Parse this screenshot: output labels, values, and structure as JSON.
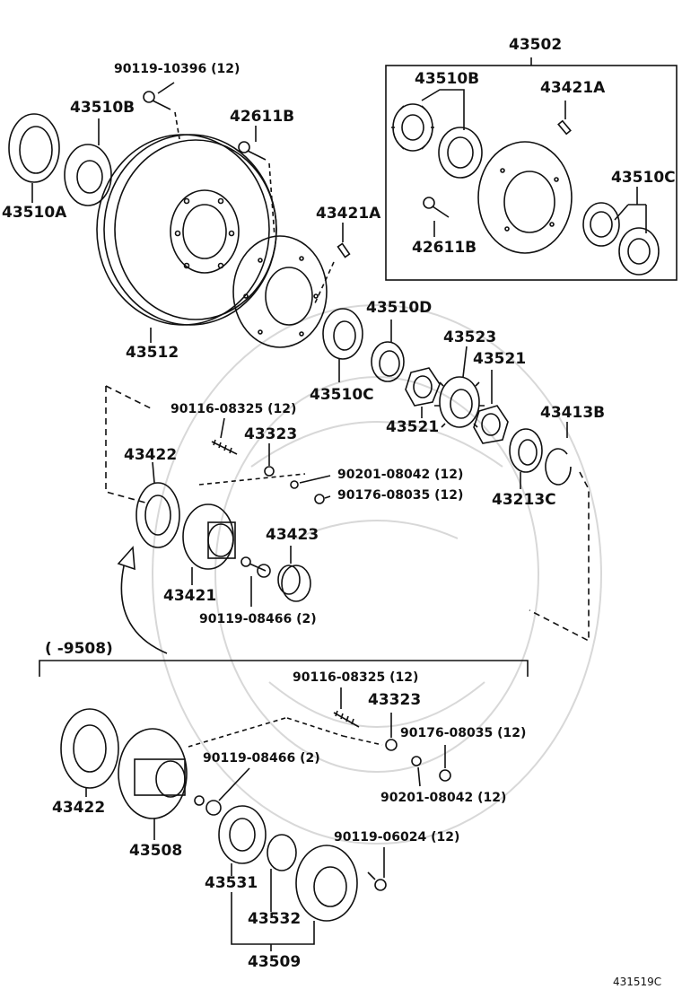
{
  "diagram_code": "431519C",
  "range_note": "(  -9508)",
  "labels": {
    "l43502": "43502",
    "l43510B_kit": "43510B",
    "l43421A_kit": "43421A",
    "l43510C_kit": "43510C",
    "l42611B_kit": "42611B",
    "l90119_10396": "90119-10396 (12)",
    "l43510B": "43510B",
    "l42611B": "42611B",
    "l43510A": "43510A",
    "l43421A": "43421A",
    "l43512": "43512",
    "l43510D": "43510D",
    "l43510C": "43510C",
    "l43523": "43523",
    "l43521_a": "43521",
    "l43521_b": "43521",
    "l43413B": "43413B",
    "l90116_08325_a": "90116-08325 (12)",
    "l43323_a": "43323",
    "l43422_a": "43422",
    "l90201_08042_a": "90201-08042 (12)",
    "l90176_08035_a": "90176-08035 (12)",
    "l43213C": "43213C",
    "l43423": "43423",
    "l43421": "43421",
    "l90119_08466_a": "90119-08466 (2)",
    "l90116_08325_b": "90116-08325 (12)",
    "l43323_b": "43323",
    "l90176_08035_b": "90176-08035 (12)",
    "l43422_b": "43422",
    "l90119_08466_b": "90119-08466 (2)",
    "l90201_08042_b": "90201-08042 (12)",
    "l43508": "43508",
    "l90119_06024": "90119-06024 (12)",
    "l43531": "43531",
    "l43532": "43532",
    "l43509": "43509"
  }
}
